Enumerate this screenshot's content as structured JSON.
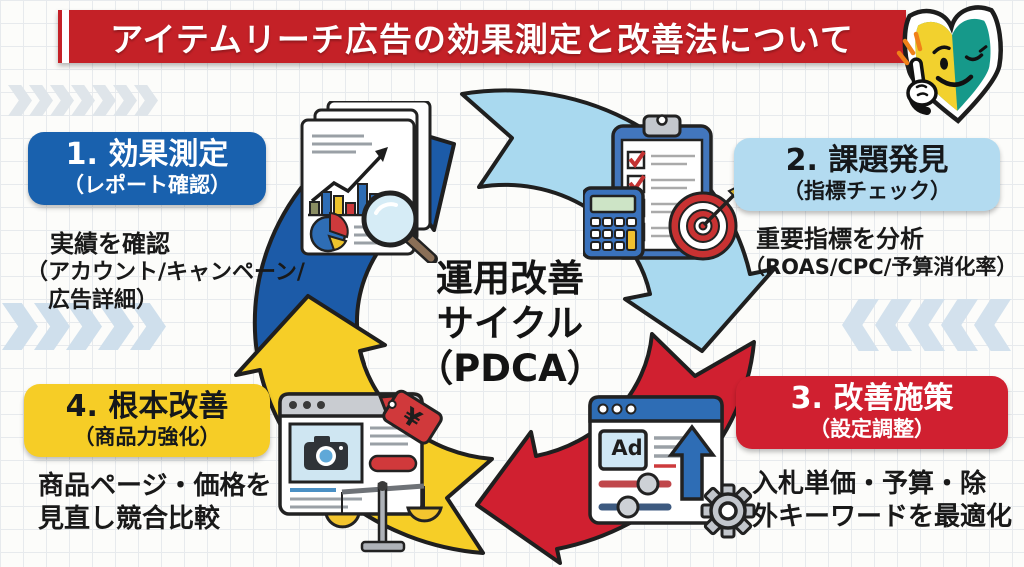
{
  "title": "アイテムリーチ広告の効果測定と改善法について",
  "center_label": {
    "line1": "運用改善",
    "line2": "サイクル",
    "line3": "（PDCA）"
  },
  "steps": [
    {
      "number_label": "1. 効果測定",
      "sub": "（レポート確認）",
      "desc": [
        "実績を確認",
        "（アカウント/キャンペーン/",
        "広告詳細）"
      ],
      "box_color": "#1961ae"
    },
    {
      "number_label": "2. 課題発見",
      "sub": "（指標チェック）",
      "desc": [
        "重要指標を分析",
        "（ROAS/CPC/予算消化率）"
      ],
      "box_color": "#b3dbf0"
    },
    {
      "number_label": "3. 改善施策",
      "sub": "（設定調整）",
      "desc": [
        "入札単価・予算・除",
        "外キーワードを最適化"
      ],
      "box_color": "#d02030"
    },
    {
      "number_label": "4. 根本改善",
      "sub": "（商品力強化）",
      "desc": [
        "商品ページ・価格を",
        "見直し競合比較"
      ],
      "box_color": "#f6cd26"
    }
  ],
  "cycle_arrows": {
    "step1_to_2_color": "#1c5ba8",
    "step2_to_3_color": "#a9d9ef",
    "step3_to_4_color": "#d02030",
    "step4_to_1_color": "#f6ce27"
  },
  "icons": {
    "report_magnifier_icon": "report pages with bar chart, pie chart and magnifying glass",
    "clipboard_target_icon": "checklist clipboard with calculator and dart target",
    "ad_settings_icon": "browser window with Ad box, up arrow, sliders and gear",
    "product_page_icon": "browser product page with camera image, price tag and balance scale",
    "beginner_mark_icon": "winking beginner (wakaba) mark with pointing hand",
    "ad_label": "Ad",
    "yen_symbol": "¥"
  },
  "palette": {
    "banner_red": "#c42127",
    "grid_line": "#e7eaed",
    "chevron_gray": "#dfe5ea",
    "chevron_blue": "#cfdfec"
  }
}
